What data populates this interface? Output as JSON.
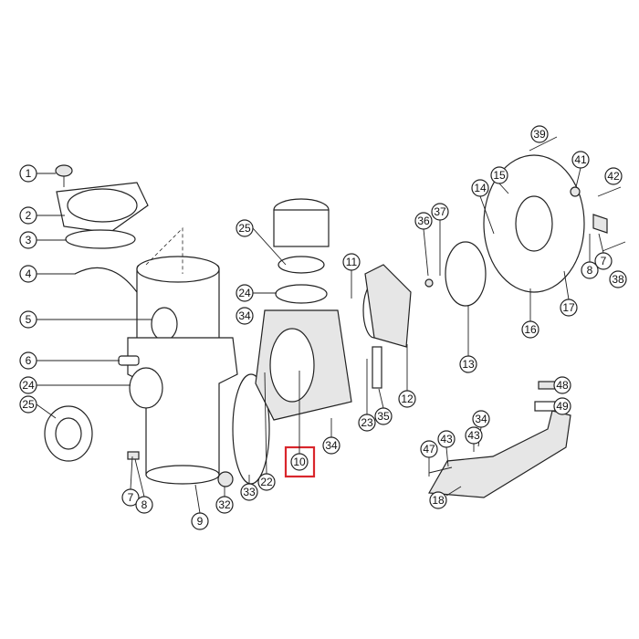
{
  "title": "Pump exploded parts diagram",
  "highlight_color": "#d9262c",
  "callouts": {
    "c1": "1",
    "c2": "2",
    "c3": "3",
    "c4": "4",
    "c5": "5",
    "c6": "6",
    "c24a": "24",
    "c25a": "25",
    "c7a": "7",
    "c8a": "8",
    "c9": "9",
    "c32": "32",
    "c33": "33",
    "c22": "22",
    "c10": "10",
    "c34a": "34",
    "c23": "23",
    "c35": "35",
    "c12": "12",
    "c13": "13",
    "c11": "11",
    "c25b": "25",
    "c24b": "24",
    "c34b": "34",
    "c36": "36",
    "c37": "37",
    "c14": "14",
    "c15": "15",
    "c39": "39",
    "c41": "41",
    "c42": "42",
    "c7b": "7",
    "c8b": "8",
    "c38": "38",
    "c17": "17",
    "c16": "16",
    "c48": "48",
    "c49": "49",
    "c34c": "34",
    "c43a": "43",
    "c43b": "43",
    "c47": "47",
    "c18": "18"
  }
}
